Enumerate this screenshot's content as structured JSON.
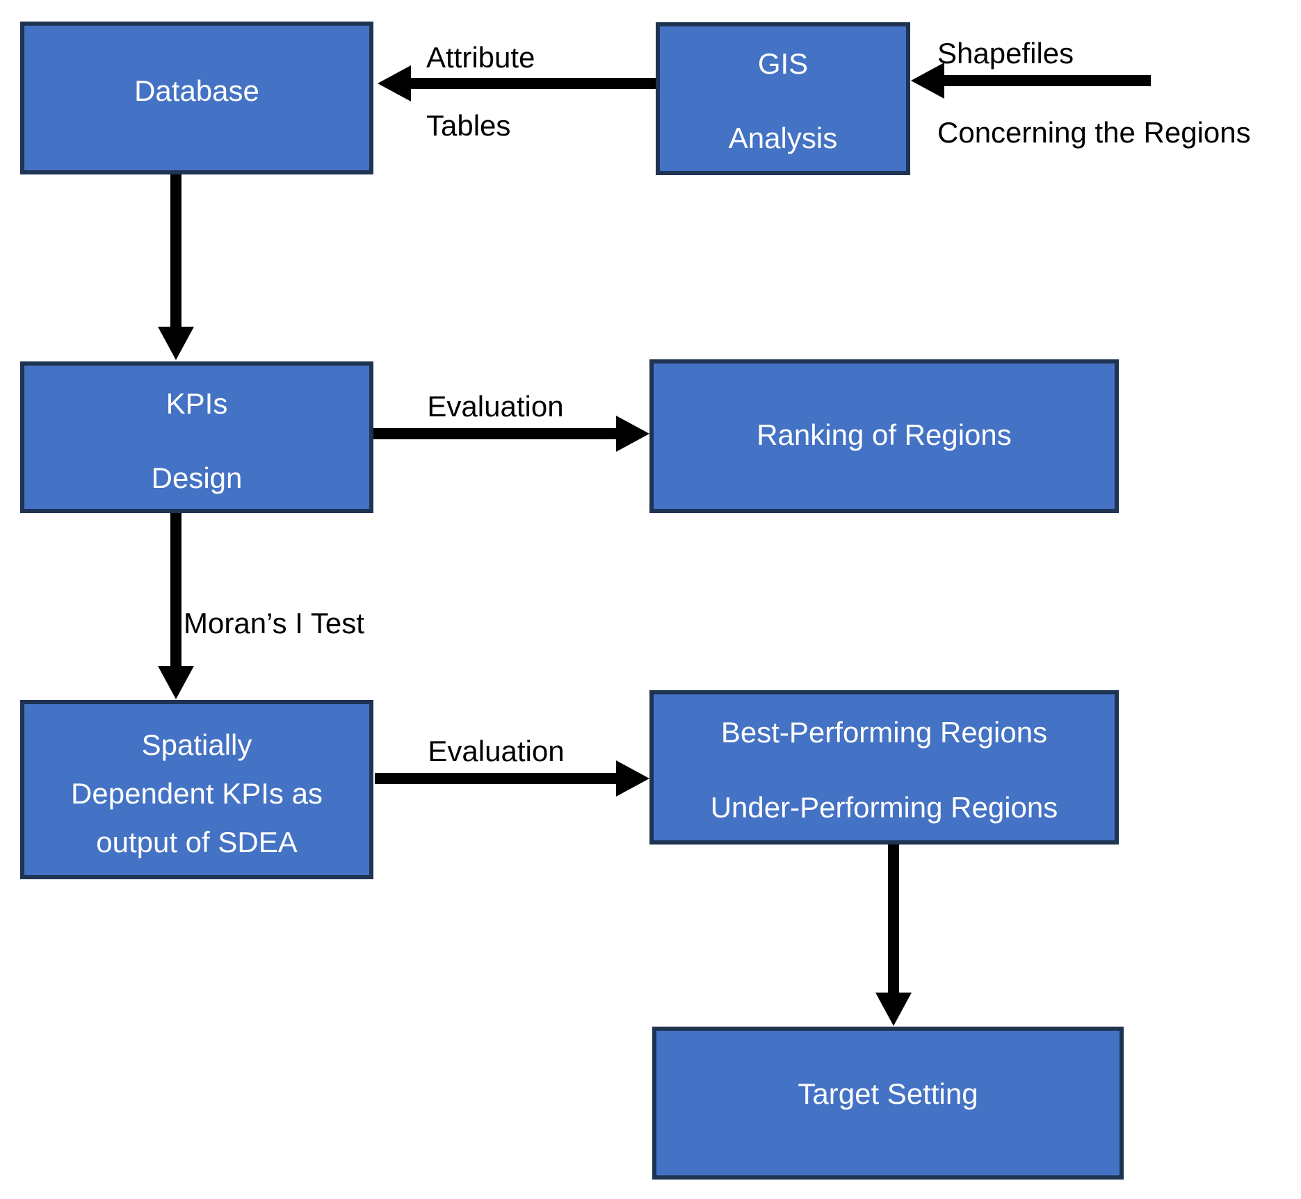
{
  "colors": {
    "box_fill": "#4472c4",
    "box_border": "#1f3352",
    "arrow": "#000000",
    "box_text": "#ffffff",
    "label_text": "#000000"
  },
  "boxes": {
    "database": {
      "label": "Database"
    },
    "gis": {
      "line1": "GIS",
      "line2": "Analysis"
    },
    "kpis": {
      "line1": "KPIs",
      "line2": "Design"
    },
    "ranking": {
      "label": "Ranking of Regions"
    },
    "sdea": {
      "line1": "Spatially",
      "line2": "Dependent KPIs as",
      "line3": "output of SDEA"
    },
    "best": {
      "line1": "Best-Performing Regions",
      "line2": "Under-Performing Regions"
    },
    "target": {
      "label": "Target Setting"
    }
  },
  "arrow_labels": {
    "attribute_line1": "Attribute",
    "attribute_line2": "Tables",
    "shapefiles_line1": "Shapefiles",
    "shapefiles_line2": "Concerning the Regions",
    "evaluation_top": "Evaluation",
    "morans_test": "Moran’s I Test",
    "evaluation_bottom": "Evaluation"
  }
}
